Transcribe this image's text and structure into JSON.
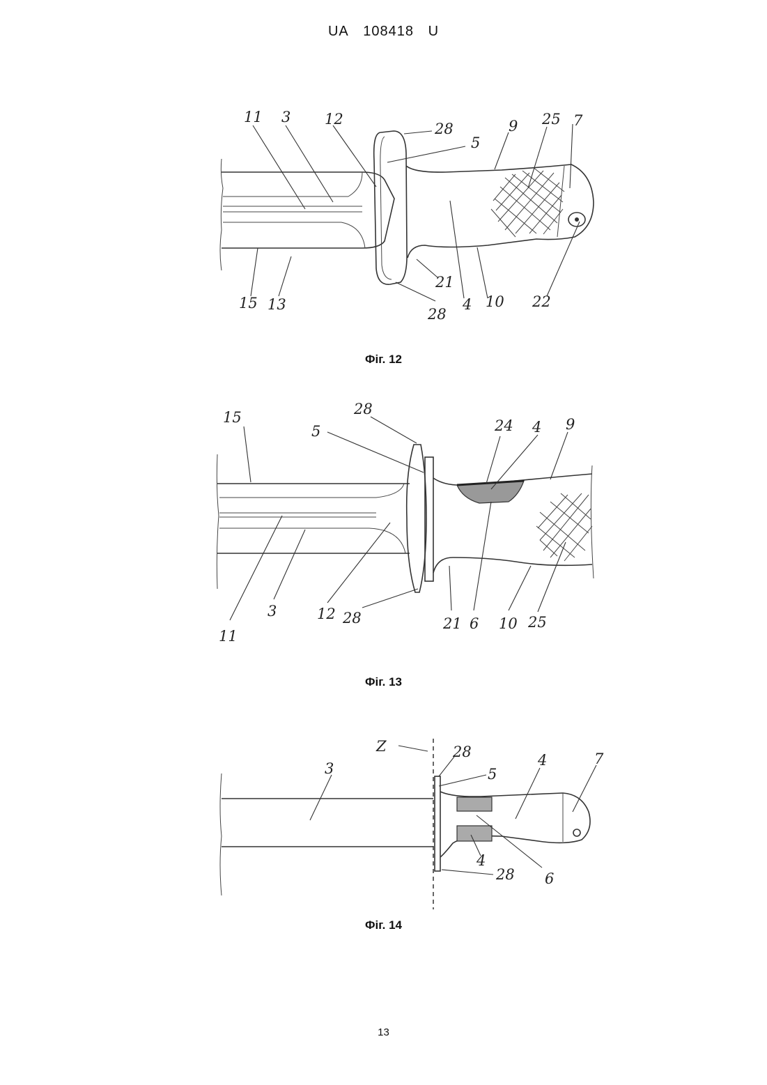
{
  "header": {
    "country": "UA",
    "number": "108418",
    "kind": "U"
  },
  "figures": [
    {
      "caption": "Фіг. 12",
      "labels": [
        "11",
        "3",
        "12",
        "28",
        "5",
        "9",
        "25",
        "7",
        "15",
        "13",
        "21",
        "28",
        "4",
        "10",
        "22"
      ]
    },
    {
      "caption": "Фіг. 13",
      "labels": [
        "15",
        "28",
        "5",
        "24",
        "4",
        "9",
        "11",
        "3",
        "12",
        "28",
        "21",
        "6",
        "10",
        "25"
      ]
    },
    {
      "caption": "Фіг. 14",
      "labels": [
        "Z",
        "28",
        "5",
        "4",
        "7",
        "3",
        "4",
        "28",
        "6"
      ]
    }
  ],
  "page_number": "13"
}
